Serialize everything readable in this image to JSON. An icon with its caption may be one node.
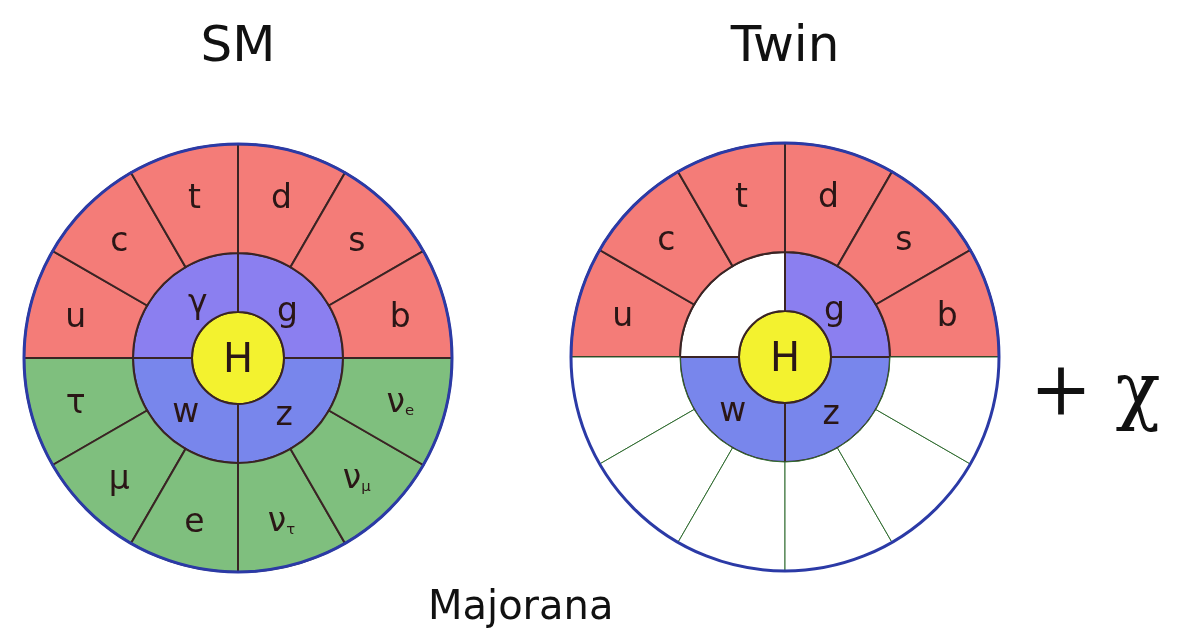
{
  "diagram": {
    "nodes": [
      {
        "text": [
          "SM"
        ]
      },
      {
        "text": [
          "H"
        ],
        "in": 0
      },
      {
        "text": [
          "γ"
        ],
        "in": 0
      },
      {
        "text": [
          "g"
        ],
        "in": 0
      },
      {
        "text": [
          "w"
        ],
        "in": 0
      },
      {
        "text": [
          "z"
        ],
        "in": 0
      },
      {
        "text": [
          "u"
        ],
        "in": 0
      },
      {
        "text": [
          "c"
        ],
        "in": 0
      },
      {
        "text": [
          "t"
        ],
        "in": 0
      },
      {
        "text": [
          "d"
        ],
        "in": 0
      },
      {
        "text": [
          "s"
        ],
        "in": 0
      },
      {
        "text": [
          "b"
        ],
        "in": 0
      },
      {
        "text": [
          "τ"
        ],
        "in": 0
      },
      {
        "text": [
          "μ"
        ],
        "in": 0
      },
      {
        "text": [
          "e"
        ],
        "in": 0
      },
      {
        "text": [
          "ν$_{τ}$"
        ],
        "in": 0
      },
      {
        "text": [
          "ν$_{μ}$"
        ],
        "in": 0
      },
      {
        "text": [
          "ν$_{e}$"
        ],
        "in": 0
      },
      {
        "text": [
          "Twin"
        ]
      },
      {
        "text": [
          "H"
        ],
        "in": 18
      },
      {
        "text": [],
        "shape": "sector",
        "in": 18
      },
      {
        "text": [
          "g"
        ],
        "in": 18
      },
      {
        "text": [
          "w"
        ],
        "in": 18
      },
      {
        "text": [
          "z"
        ],
        "in": 18
      },
      {
        "text": [
          "u"
        ],
        "in": 18
      },
      {
        "text": [
          "c"
        ],
        "in": 18
      },
      {
        "text": [
          "t"
        ],
        "in": 18
      },
      {
        "text": [
          "d"
        ],
        "in": 18
      },
      {
        "text": [
          "s"
        ],
        "in": 18
      },
      {
        "text": [
          "b"
        ],
        "in": 18
      },
      {
        "text": [],
        "shape": "sector",
        "in": 18
      },
      {
        "text": [],
        "shape": "sector",
        "in": 18
      },
      {
        "text": [],
        "shape": "sector",
        "in": 18
      },
      {
        "text": [],
        "shape": "sector",
        "in": 18
      },
      {
        "text": [],
        "shape": "sector",
        "in": 18
      },
      {
        "text": [],
        "shape": "sector",
        "in": 18
      }
    ],
    "labels": [
      "Majorana",
      "+ χ"
    ]
  }
}
